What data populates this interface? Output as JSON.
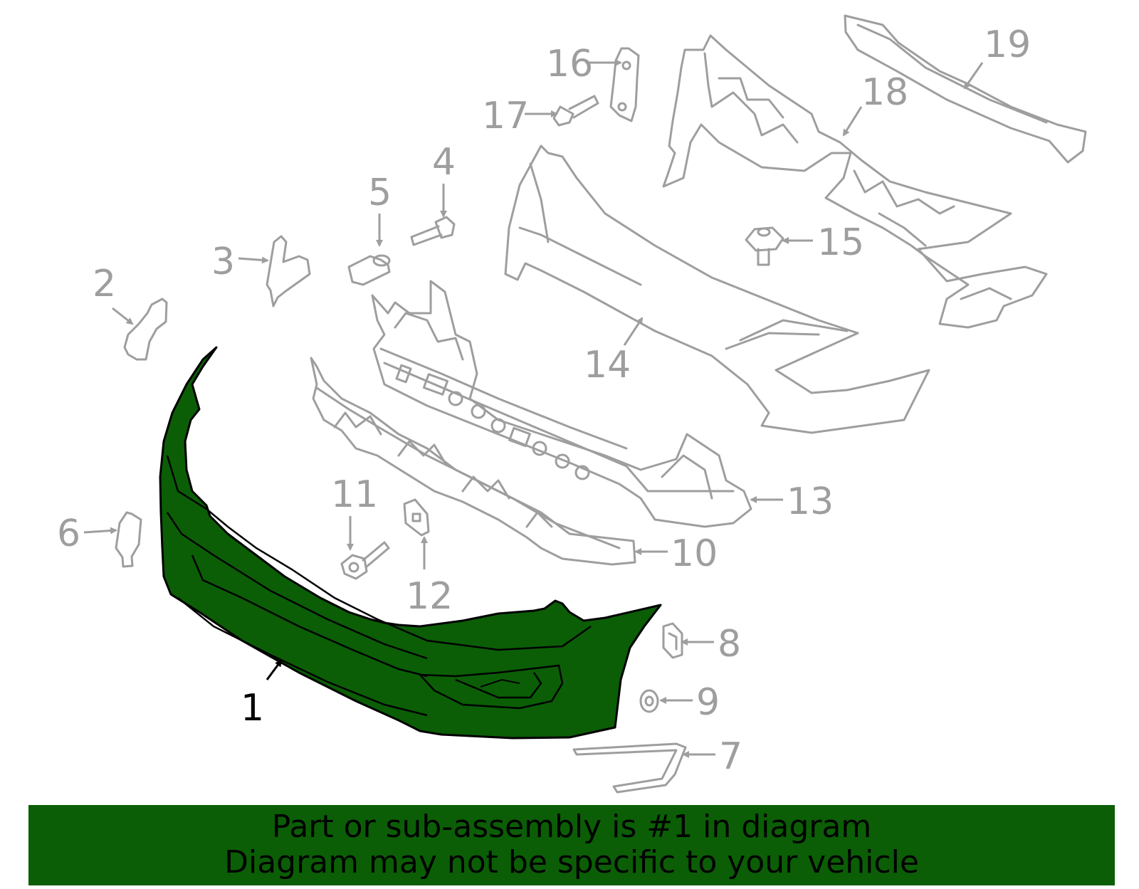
{
  "highlight_color": "#0b5e06",
  "line_color": "#9e9e9e",
  "callouts": {
    "c1": "1",
    "c2": "2",
    "c3": "3",
    "c4": "4",
    "c5": "5",
    "c6": "6",
    "c7": "7",
    "c8": "8",
    "c9": "9",
    "c10": "10",
    "c11": "11",
    "c12": "12",
    "c13": "13",
    "c14": "14",
    "c15": "15",
    "c16": "16",
    "c17": "17",
    "c18": "18",
    "c19": "19"
  },
  "highlighted_part": "1",
  "banner": {
    "line1": "Part or sub-assembly is #1 in diagram",
    "line2": "Diagram may not be specific to your vehicle"
  }
}
